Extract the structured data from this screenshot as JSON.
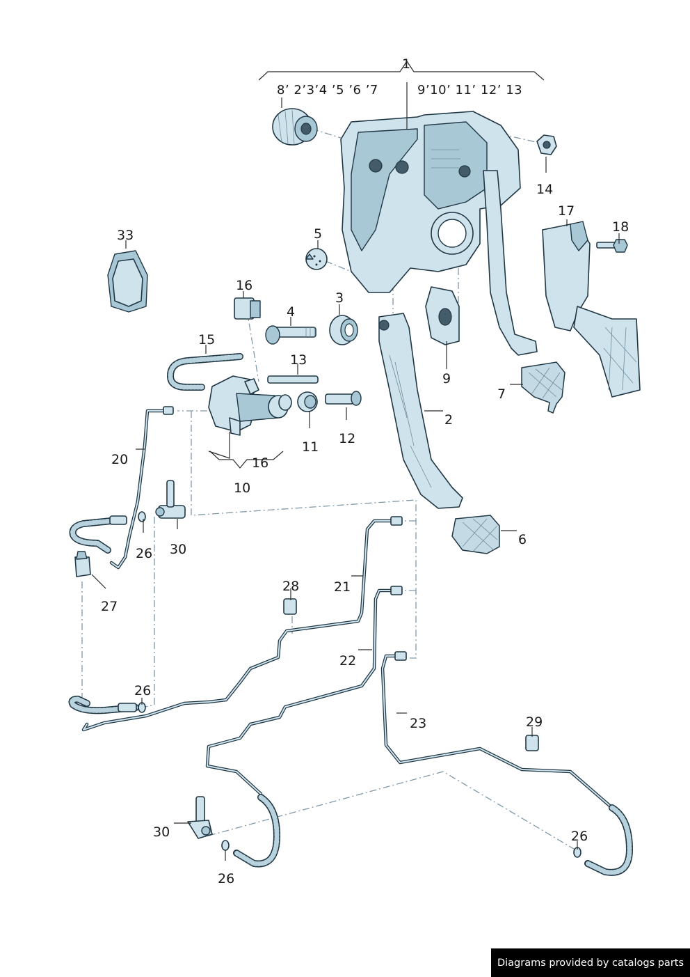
{
  "groups": {
    "left": "8’ 2’3’4 ’5 ’6 ’7",
    "right": "9’10’ 11’ 12’ 13"
  },
  "labels": {
    "l1": "1",
    "l2": "2",
    "l3": "3",
    "l4": "4",
    "l5": "5",
    "l6": "6",
    "l7": "7",
    "l9": "9",
    "l10": "10",
    "l11": "11",
    "l12": "12",
    "l13": "13",
    "l14": "14",
    "l15": "15",
    "l16a": "16",
    "l16b": "16",
    "l17": "17",
    "l18": "18",
    "l20": "20",
    "l21": "21",
    "l22": "22",
    "l23": "23",
    "l26a": "26",
    "l26b": "26",
    "l26c": "26",
    "l26d": "26",
    "l27": "27",
    "l28": "28",
    "l29": "29",
    "l30a": "30",
    "l30b": "30",
    "l33": "33"
  },
  "watermark": "Diagrams provided by catalogs parts"
}
